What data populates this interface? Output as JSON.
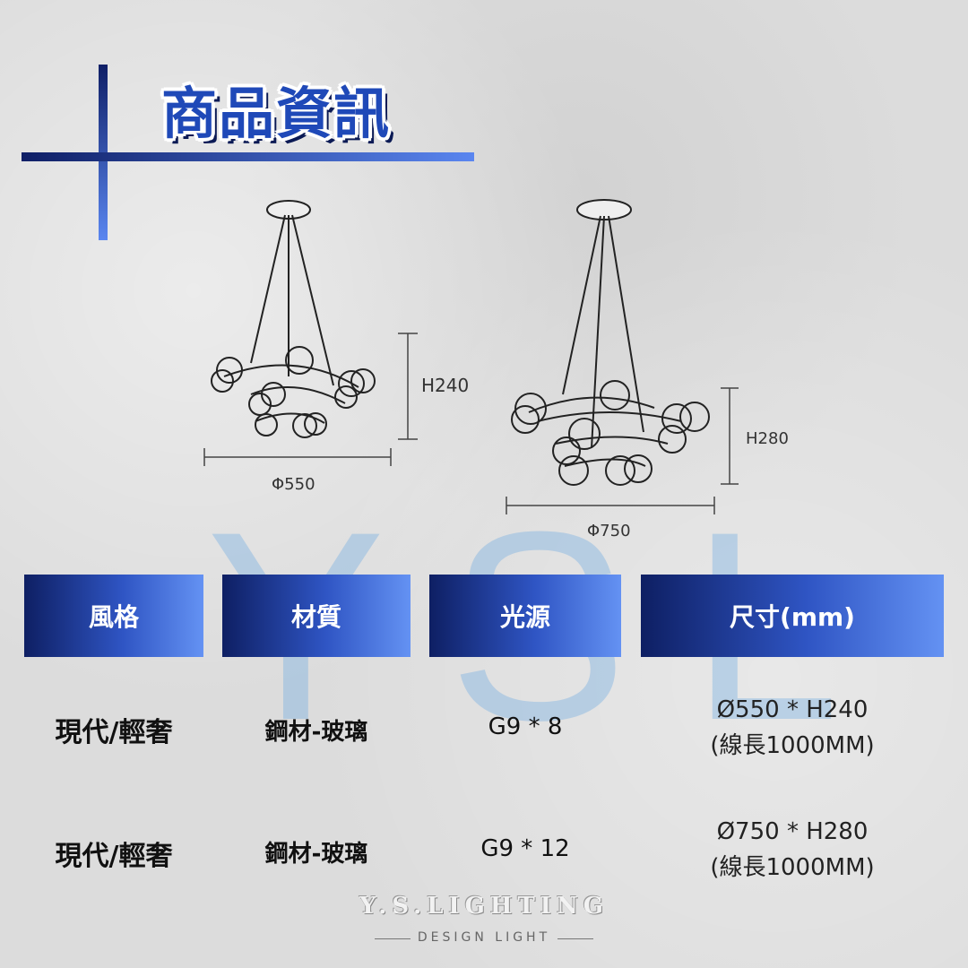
{
  "header": {
    "title": "商品資訊"
  },
  "watermark": {
    "text": "YSL"
  },
  "drawings": {
    "small": {
      "height_label": "H240",
      "diameter_label": "Φ550"
    },
    "large": {
      "height_label": "H280",
      "diameter_label": "Φ750"
    }
  },
  "table": {
    "headers": [
      "風格",
      "材質",
      "光源",
      "尺寸(mm)"
    ],
    "rows": [
      {
        "style": "現代/輕奢",
        "material": "鋼材-玻璃",
        "light": "G9 * 8",
        "size": "Ø550 * H240",
        "wire": "(線長1000MM)"
      },
      {
        "style": "現代/輕奢",
        "material": "鋼材-玻璃",
        "light": "G9 * 12",
        "size": "Ø750 * H280",
        "wire": "(線長1000MM)"
      }
    ]
  },
  "brand": {
    "name": "Y.S.LIGHTING",
    "tagline": "DESIGN LIGHT"
  },
  "colors": {
    "accent_dark": "#0e1f63",
    "accent_light": "#6492f3",
    "title": "#1f49b8",
    "watermark": "#6eaae1"
  }
}
